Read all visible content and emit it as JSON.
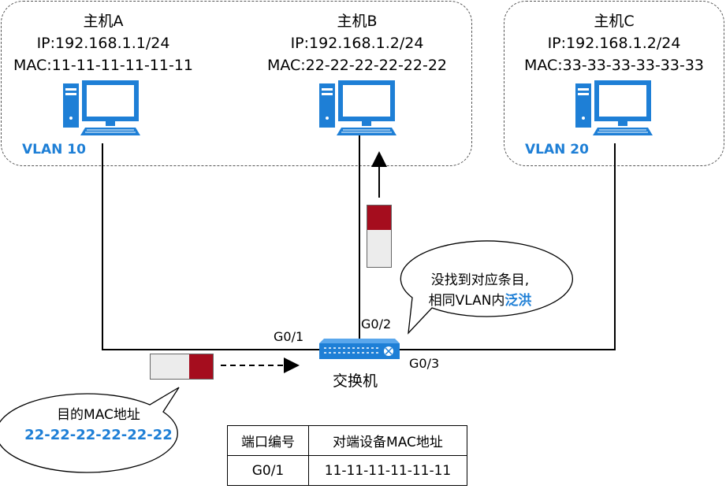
{
  "hosts": [
    {
      "name": "主机A",
      "ip": "IP:192.168.1.1/24",
      "mac": "MAC:11-11-11-11-11-11"
    },
    {
      "name": "主机B",
      "ip": "IP:192.168.1.2/24",
      "mac": "MAC:22-22-22-22-22-22"
    },
    {
      "name": "主机C",
      "ip": "IP:192.168.1.2/24",
      "mac": "MAC:33-33-33-33-33-33"
    }
  ],
  "vlans": [
    "VLAN 10",
    "VLAN 20"
  ],
  "ports": {
    "p1": "G0/1",
    "p2": "G0/2",
    "p3": "G0/3"
  },
  "switch_label": "交换机",
  "callout_flood": {
    "line1": "没找到对应条目,",
    "line2_prefix": "相同VLAN内",
    "line2_emph": "泛洪"
  },
  "callout_dest": {
    "line1": "目的MAC地址",
    "line2": "22-22-22-22-22-22"
  },
  "mac_table": {
    "headers": [
      "端口编号",
      "对端设备MAC地址"
    ],
    "rows": [
      [
        "G0/1",
        "11-11-11-11-11-11"
      ]
    ]
  },
  "colors": {
    "accent": "#1e7fd6",
    "frame_red": "#a50d1e",
    "pc_blue": "#1e7fd6"
  },
  "icons": [
    "desktop-computer-icon",
    "network-switch-icon"
  ]
}
